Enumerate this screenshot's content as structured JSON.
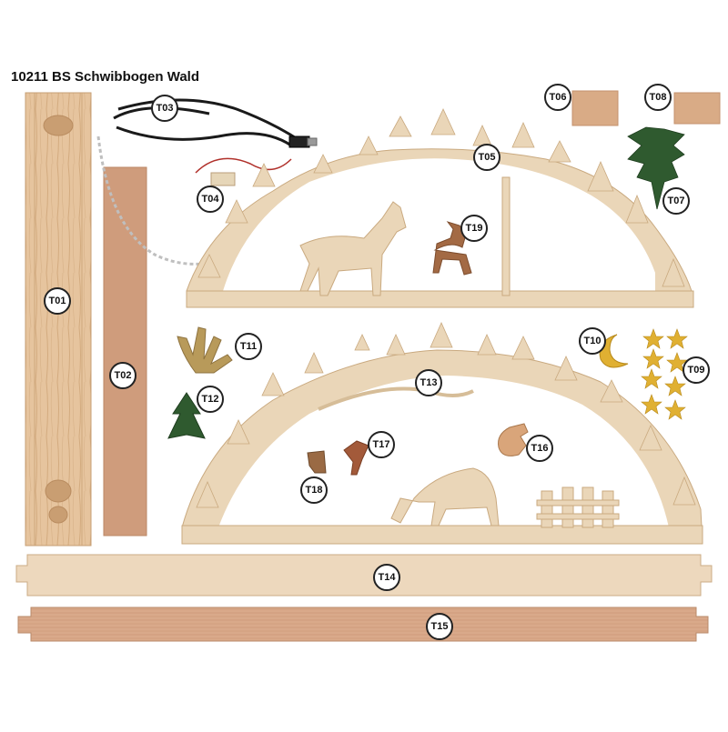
{
  "title": "10211  BS Schwibbogen Wald",
  "colors": {
    "plywood": "#e8d3b4",
    "plywood_dark": "#d8bc96",
    "oak": "#e3c39d",
    "cherry": "#cf9a76",
    "green": "#2f5a2f",
    "gold": "#e0b032",
    "brown": "#8a5a36",
    "cable": "#1a1a1a"
  },
  "parts": [
    {
      "id": "T01",
      "label": "T01"
    },
    {
      "id": "T02",
      "label": "T02"
    },
    {
      "id": "T03",
      "label": "T03"
    },
    {
      "id": "T04",
      "label": "T04"
    },
    {
      "id": "T05",
      "label": "T05"
    },
    {
      "id": "T06",
      "label": "T06"
    },
    {
      "id": "T07",
      "label": "T07"
    },
    {
      "id": "T08",
      "label": "T08"
    },
    {
      "id": "T09",
      "label": "T09"
    },
    {
      "id": "T10",
      "label": "T10"
    },
    {
      "id": "T11",
      "label": "T11"
    },
    {
      "id": "T12",
      "label": "T12"
    },
    {
      "id": "T13",
      "label": "T13"
    },
    {
      "id": "T14",
      "label": "T14"
    },
    {
      "id": "T15",
      "label": "T15"
    },
    {
      "id": "T16",
      "label": "T16"
    },
    {
      "id": "T17",
      "label": "T17"
    },
    {
      "id": "T18",
      "label": "T18"
    },
    {
      "id": "T19",
      "label": "T19"
    }
  ]
}
